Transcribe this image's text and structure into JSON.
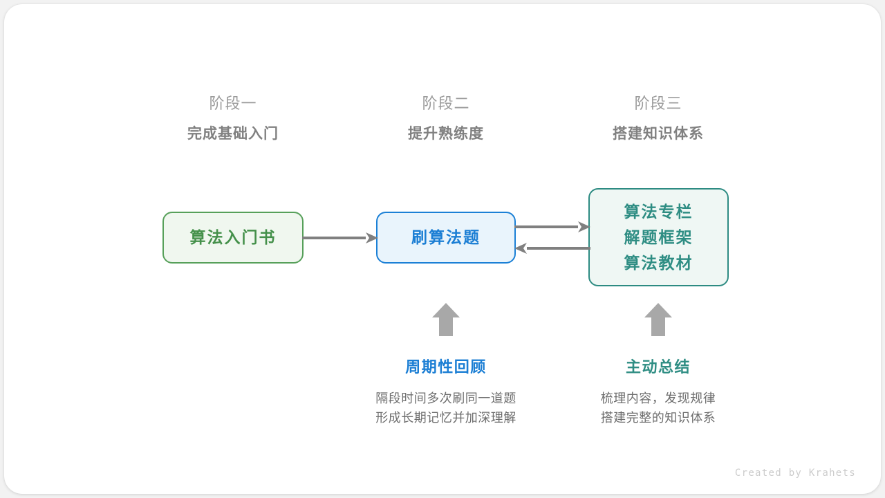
{
  "theme": {
    "page_bg": "#f2f2f2",
    "card_bg": "#ffffff",
    "green": "#44904a",
    "green_border": "#57a05a",
    "green_fill": "#f0f7ef",
    "blue": "#1b7ed4",
    "blue_border": "#1b80d6",
    "blue_fill": "#e9f4fc",
    "teal": "#2e8d83",
    "teal_border": "#2d8b82",
    "teal_fill": "#eff7f4",
    "arrow_gray": "#808080",
    "block_arrow_gray": "#a8a8a8",
    "stage_index_gray": "#9b9b9b",
    "stage_title_gray": "#808080",
    "body_gray": "#6e6e6e",
    "credit_gray": "#cccccc"
  },
  "stages": [
    {
      "index_label": "阶段一",
      "title": "完成基础入门"
    },
    {
      "index_label": "阶段二",
      "title": "提升熟练度"
    },
    {
      "index_label": "阶段三",
      "title": "搭建知识体系"
    }
  ],
  "nodes": {
    "book": {
      "lines": [
        "算法入门书"
      ]
    },
    "practice": {
      "lines": [
        "刷算法题"
      ]
    },
    "resources": {
      "lines": [
        "算法专栏",
        "解题框架",
        "算法教材"
      ]
    }
  },
  "arrows": {
    "book_to_practice": {
      "icon": "arrow-right-icon",
      "direction": "right"
    },
    "practice_to_resources": {
      "icon": "arrow-right-icon",
      "direction": "right"
    },
    "resources_to_practice": {
      "icon": "arrow-left-icon",
      "direction": "left"
    },
    "review_up": {
      "icon": "block-arrow-up-icon",
      "direction": "up"
    },
    "summary_up": {
      "icon": "block-arrow-up-icon",
      "direction": "up"
    }
  },
  "notes": {
    "review": {
      "title": "周期性回顾",
      "lines": [
        "隔段时间多次刷同一道题",
        "形成长期记忆并加深理解"
      ]
    },
    "summary": {
      "title": "主动总结",
      "lines": [
        "梳理内容，发现规律",
        "搭建完整的知识体系"
      ]
    }
  },
  "credit": "Created by Krahets"
}
